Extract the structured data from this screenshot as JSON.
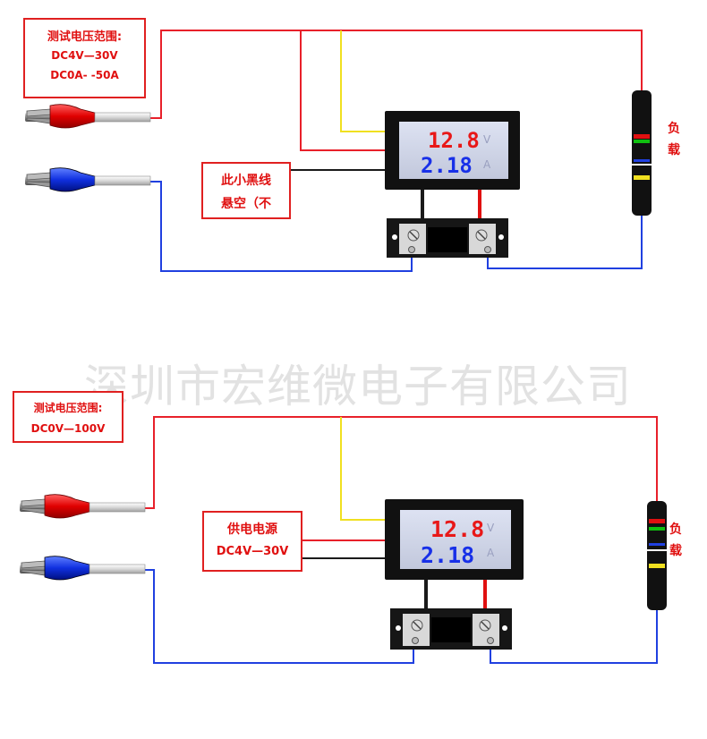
{
  "watermark": "深圳市宏维微电子有限公司",
  "diagram1": {
    "range_box": {
      "title": "测试电压范围:",
      "line1": "DC4V—30V",
      "line2": "DC0A- -50A"
    },
    "note_box": {
      "line1": "此小黑线",
      "line2": "悬空（不"
    },
    "meter": {
      "voltage": "12.8",
      "current": "2.18",
      "v_unit": "V",
      "a_unit": "A"
    },
    "load_label": {
      "line1": "负",
      "line2": "载"
    }
  },
  "diagram2": {
    "range_box": {
      "title": "测试电压范围:",
      "line1": "DC0V—100V"
    },
    "supply_box": {
      "line1": "供电电源",
      "line2": "DC4V—30V"
    },
    "meter": {
      "voltage": "12.8",
      "current": "2.18",
      "v_unit": "V",
      "a_unit": "A"
    },
    "load_label": {
      "line1": "负",
      "line2": "载"
    }
  },
  "colors": {
    "red_wire": "#e8202a",
    "blue_wire": "#2040e0",
    "yellow_wire": "#f0e020",
    "black_wire": "#1a1a1a"
  }
}
